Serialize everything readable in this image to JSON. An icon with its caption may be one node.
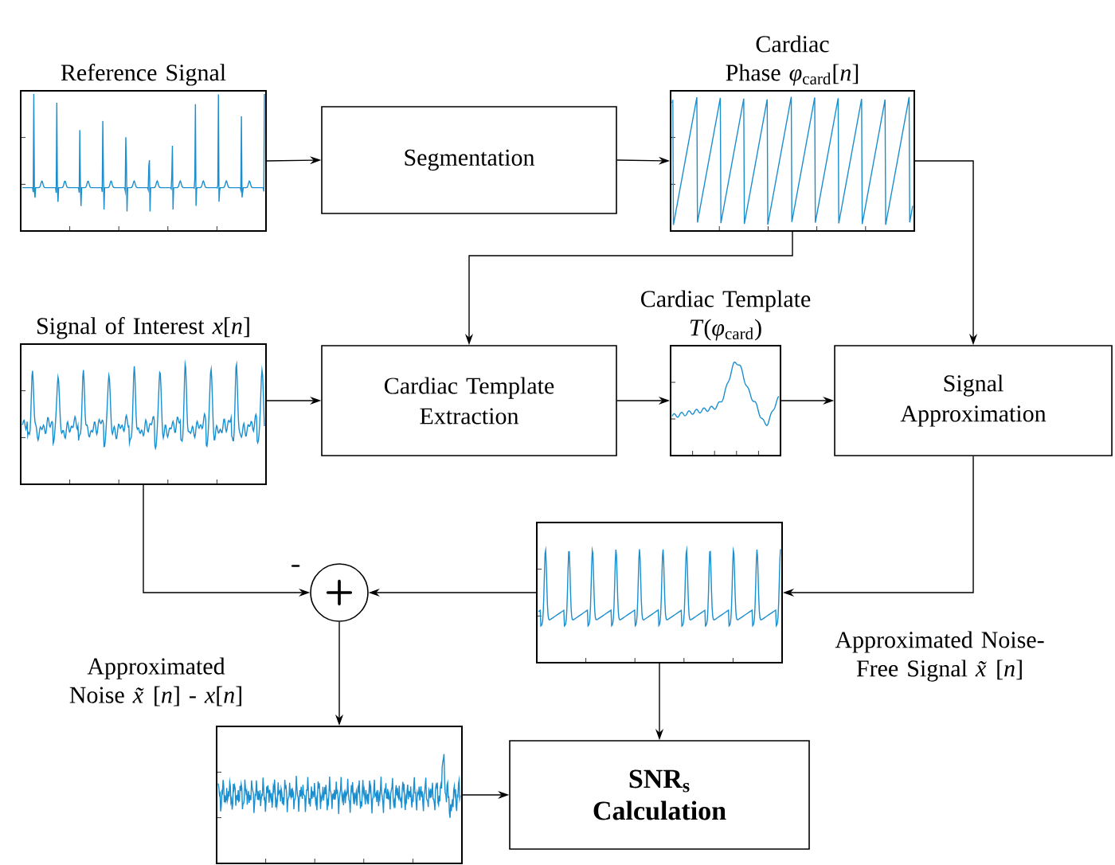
{
  "diagram": {
    "nodes": [
      {
        "text": [
          "Reference Signal"
        ]
      },
      {
        "text": [
          "Segmentation"
        ]
      },
      {
        "text": [
          "Cardiac Phase *φ*$_{card}$[*n*]"
        ]
      },
      {
        "text": [
          "Signal of Interest *x*[*n*]"
        ]
      },
      {
        "text": [
          "Cardiac Template Extraction"
        ]
      },
      {
        "text": [
          "Cardiac Template *T*(*φ*$_{card}$)"
        ]
      },
      {
        "text": [
          "Signal Approximation"
        ]
      },
      {
        "text": [
          "+"
        ]
      },
      {
        "text": [],
        "shape": "picture",
        "beside": [
          "Approximated Noise-Free Signal *x̃*[*n*]"
        ]
      },
      {
        "text": [],
        "shape": "picture",
        "beside": [
          "Approximated Noise *x̃*[*n*] - *x*[*n*]"
        ]
      },
      {
        "text": [
          "SNR$_{s}$ Calculation"
        ]
      }
    ],
    "edges": [
      {
        "from": 0,
        "to": 1,
        "arrow": "to"
      },
      {
        "from": 1,
        "to": 2,
        "arrow": "to"
      },
      {
        "from": 2,
        "to": 4,
        "arrow": "to"
      },
      {
        "from": 2,
        "to": 6,
        "arrow": "to"
      },
      {
        "from": 3,
        "to": 4,
        "arrow": "to"
      },
      {
        "from": 4,
        "to": 5,
        "arrow": "to"
      },
      {
        "from": 5,
        "to": 6,
        "arrow": "to"
      },
      {
        "from": 6,
        "to": 8,
        "arrow": "to"
      },
      {
        "from": 3,
        "to": 7,
        "arrow": "to",
        "label": "-"
      },
      {
        "from": 8,
        "to": 7,
        "arrow": "to"
      },
      {
        "from": 7,
        "to": 9,
        "arrow": "to"
      },
      {
        "from": 9,
        "to": 10,
        "arrow": "to"
      },
      {
        "from": 8,
        "to": 10,
        "arrow": "to"
      }
    ]
  }
}
